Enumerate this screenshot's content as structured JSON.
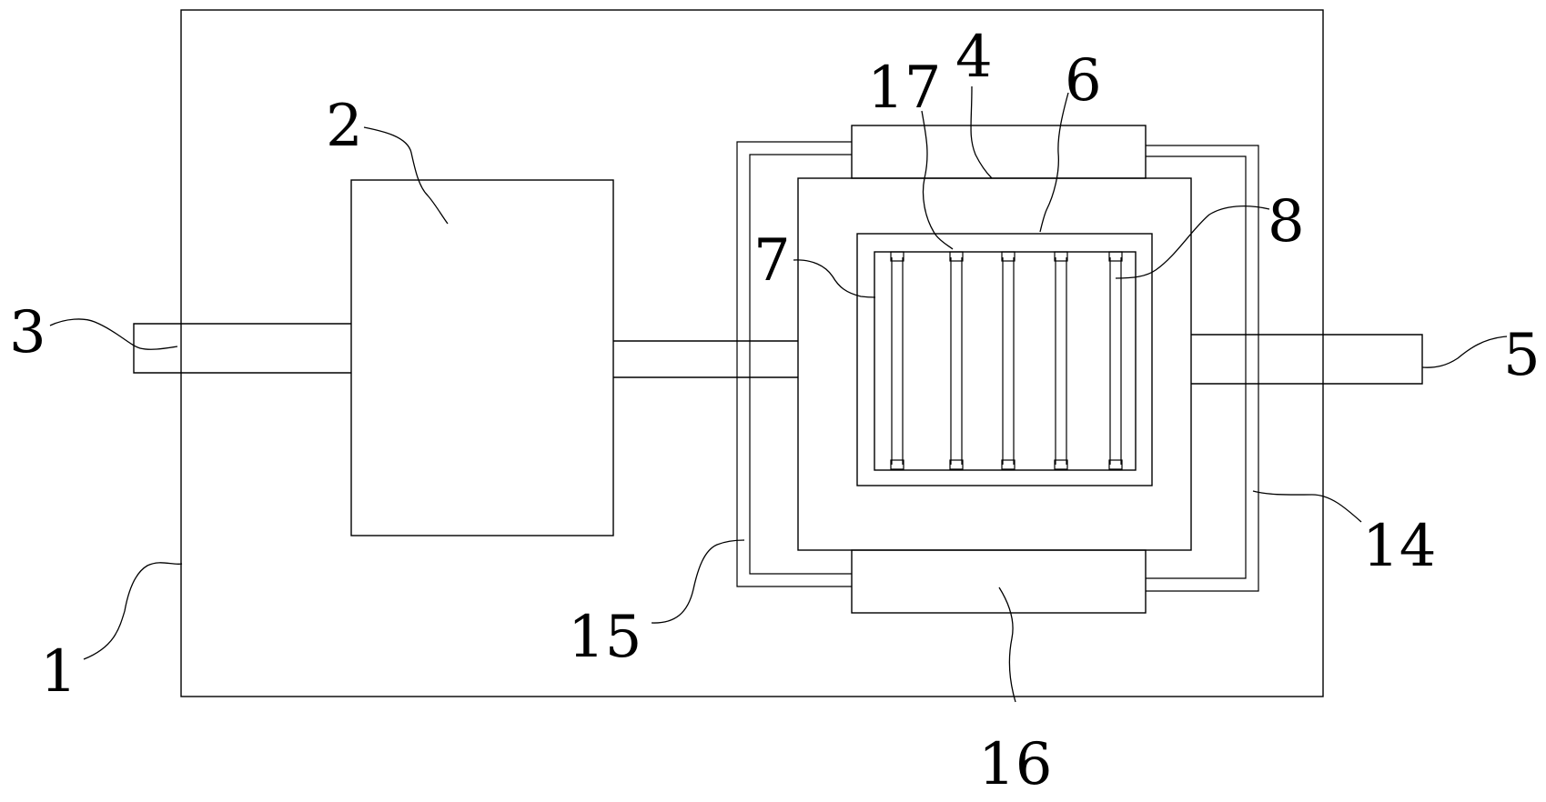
{
  "labels": {
    "l1": "1",
    "l2": "2",
    "l3": "3",
    "l4": "4",
    "l5": "5",
    "l6": "6",
    "l7": "7",
    "l8": "8",
    "l14": "14",
    "l15": "15",
    "l16": "16",
    "l17": "17"
  },
  "colors": {
    "line": "#000000",
    "background": "#ffffff"
  }
}
